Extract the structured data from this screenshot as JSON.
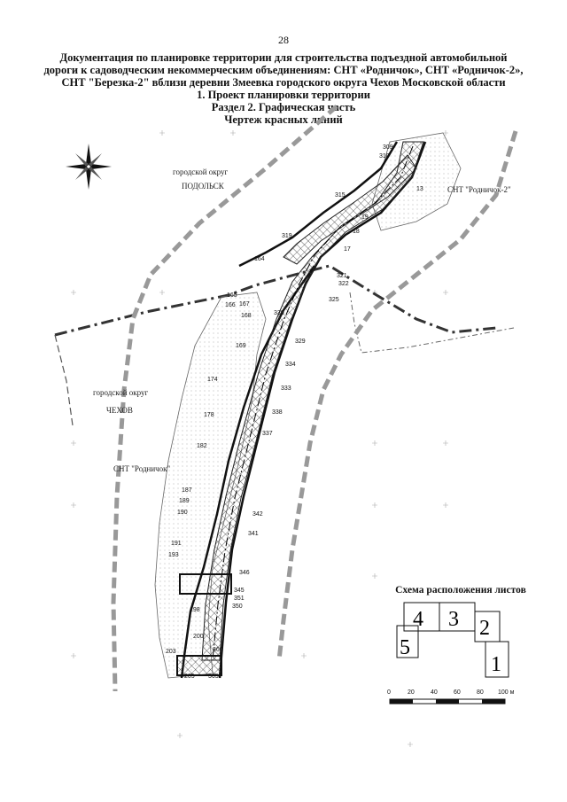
{
  "page_number": "28",
  "header": {
    "line1": "Документация по планировке территории для строительства подъездной автомобильной",
    "line2": "дороги к садоводческим некоммерческим объединениям: СНТ «Родничок», СНТ «Родничок-2»,",
    "line3": "СНТ \"Березка-2\" вблизи деревни Змеевка городского округа Чехов Московской области",
    "line4": "1. Проект планировки территории",
    "line5": "Раздел 2. Графическая часть",
    "line6": "Чертеж красных линий"
  },
  "map": {
    "labels": {
      "okrug_podolsk": "городской округ",
      "podolsk": "ПОДОЛЬСК",
      "okrug_chekhov": "городской округ",
      "chekhov": "ЧЕХОВ",
      "snt_rodnichok": "СНТ \"Родничок\"",
      "snt_rodnichok2": "СНТ \"Родничок-2\""
    },
    "points": [
      "309",
      "310",
      "315",
      "319",
      "164",
      "165",
      "166",
      "167",
      "168",
      "169",
      "174",
      "178",
      "182",
      "187",
      "189",
      "190",
      "191",
      "193",
      "198",
      "200",
      "203",
      "205",
      "321",
      "322",
      "325",
      "330",
      "329",
      "334",
      "333",
      "338",
      "337",
      "342",
      "341",
      "346",
      "345",
      "351",
      "350",
      "360",
      "365",
      "19",
      "18",
      "17",
      "13"
    ]
  },
  "scheme": {
    "title": "Схема расположения листов",
    "sheets": [
      "4",
      "3",
      "2",
      "5",
      "1"
    ],
    "scale_ticks": [
      "0",
      "20",
      "40",
      "60",
      "80",
      "100 м"
    ]
  }
}
